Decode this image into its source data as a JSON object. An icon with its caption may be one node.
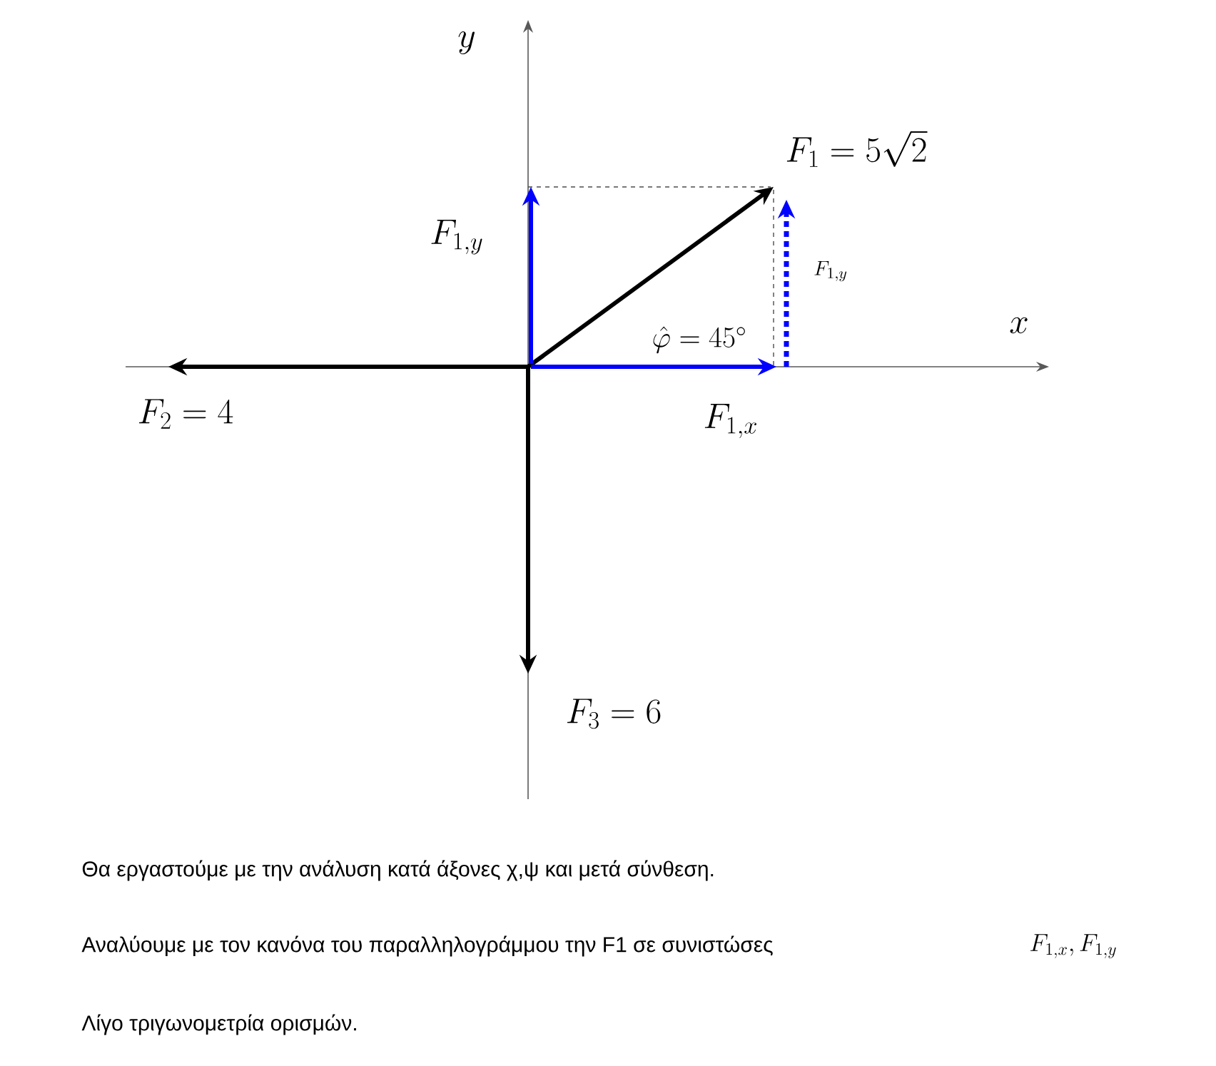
{
  "diagram": {
    "labels": [
      "y",
      "x",
      "F_{1} = 5\\sqrt{2}",
      "F_{1,y}",
      "F_{1,y}",
      "\\hat{\\varphi} = 45^{\\circ}",
      "F_{2} = 4",
      "F_{1,x}",
      "F_{3} = 6",
      "Θα εργαστούμε με την ανάλυση κατά άξονες χ,ψ και μετά σύνθεση.",
      "Αναλύουμε με τον κανόνα του παραλληλογράμμου την F1 σε συνιστώσες",
      "F_{1,x}, F_{1,y}",
      "Λίγο τριγωνομετρία ορισμών."
    ]
  }
}
